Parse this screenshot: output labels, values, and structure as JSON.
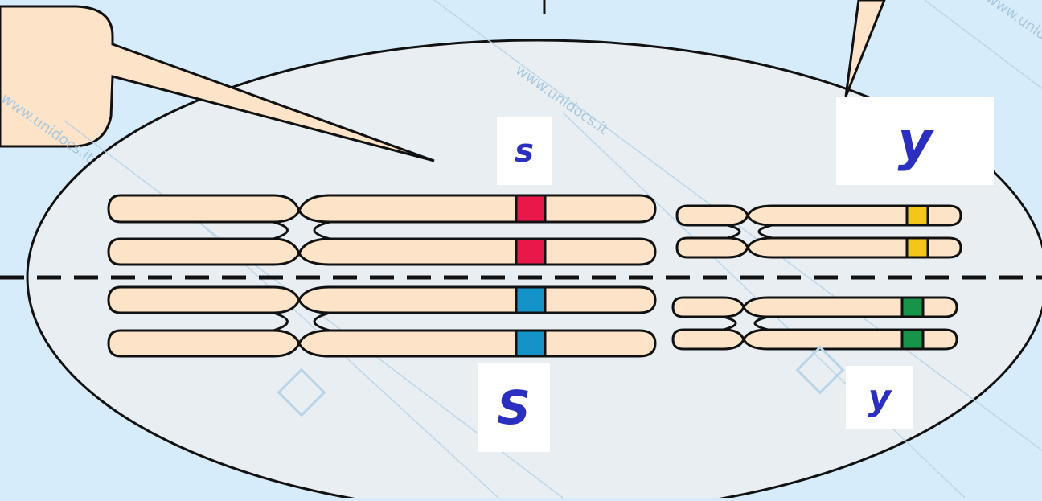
{
  "labels": {
    "top_left_gene": "s",
    "bottom_left_gene": "S",
    "top_right_gene": "y",
    "bottom_right_gene": "y"
  },
  "watermark": "www.unidocs.it",
  "colors": {
    "background": "#d7ecfa",
    "cell": "#e8eef2",
    "chromosome_fill": "#fde3c8",
    "chromosome_outline": "#111111",
    "allele_red": "#e8194a",
    "allele_blue": "#1493c9",
    "allele_yellow": "#f4c617",
    "allele_green": "#17934a",
    "label_text": "#2a2fbf"
  }
}
